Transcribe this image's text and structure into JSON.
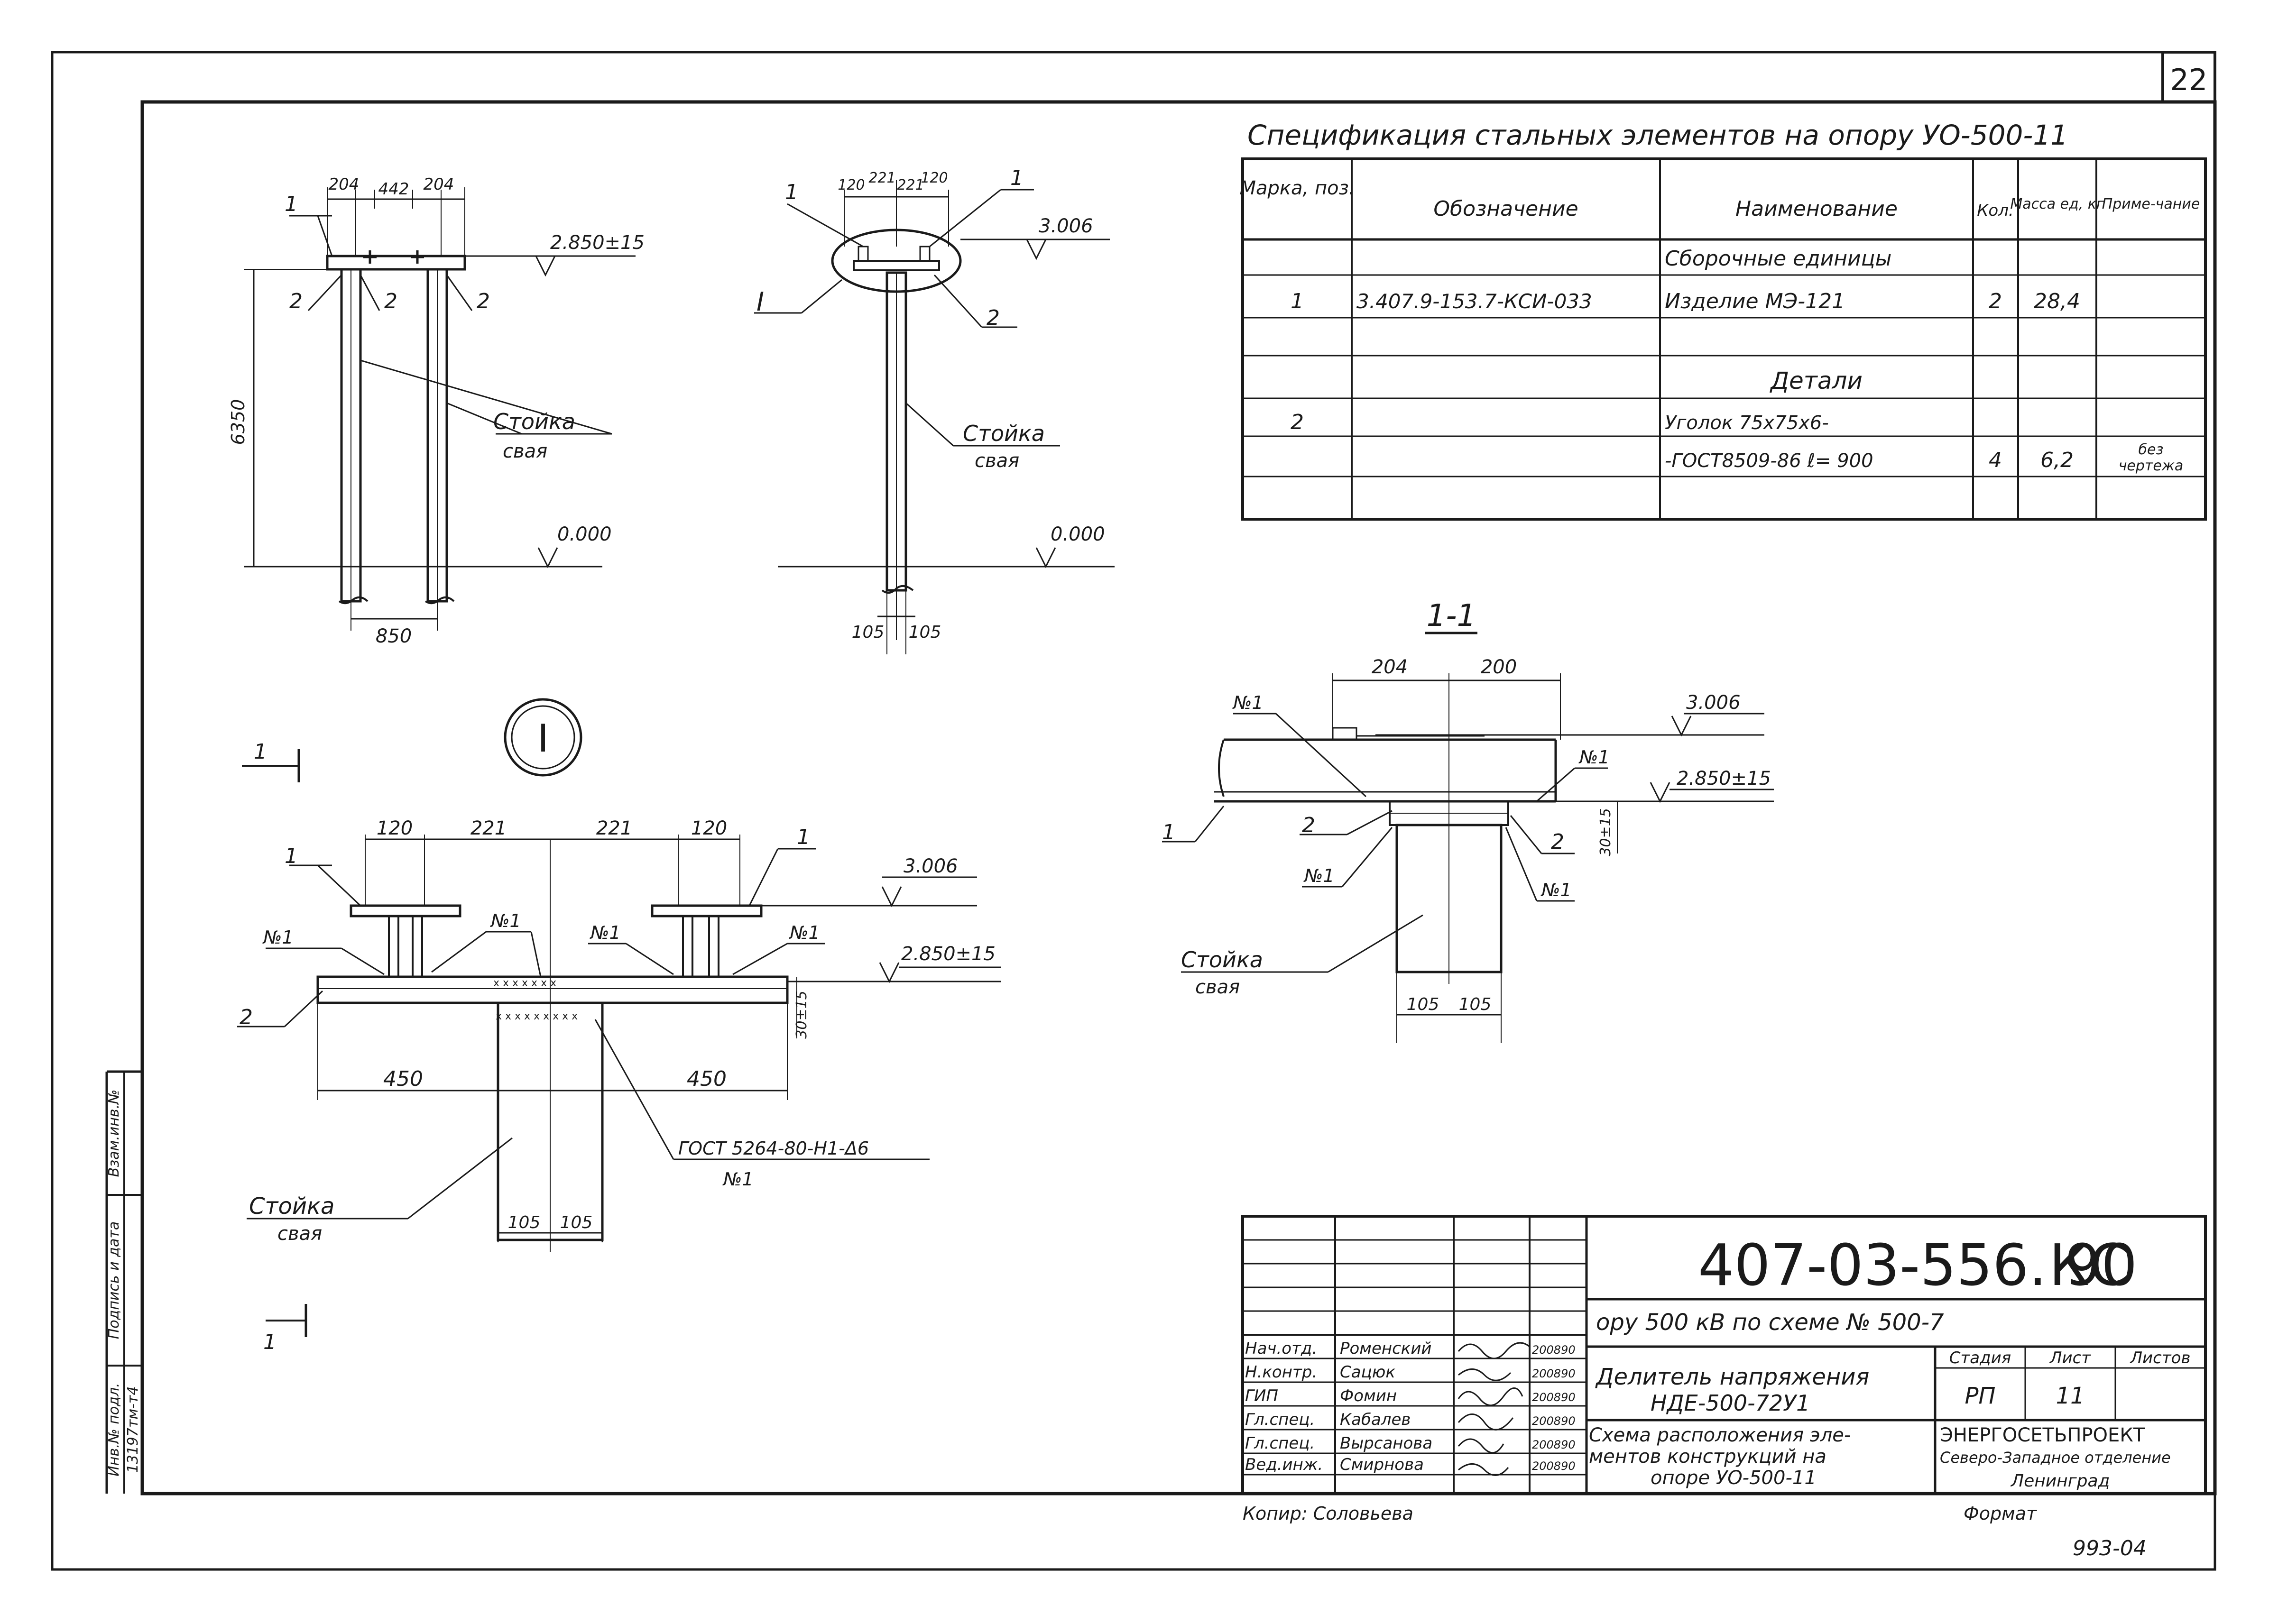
{
  "sheet": {
    "page_number": "22",
    "doc_code": "407-03-556. 90",
    "doc_suffix": "КС",
    "object_line": "ору 500 кВ по схеме № 500-7",
    "product_line1": "Делитель напряжения",
    "product_line2": "НДЕ-500-72У1",
    "scheme_line1": "Схема расположения эле-",
    "scheme_line2": "ментов конструкций на",
    "scheme_line3": "опоре УО-500-11",
    "stage_header": "Стадия",
    "sheet_header": "Лист",
    "sheets_header": "Листов",
    "stage_value": "РП",
    "sheet_value": "11",
    "org_line1": "ЭНЕРГОСЕТЬПРОЕКТ",
    "org_line2": "Северо-Западное отделение",
    "org_line3": "Ленинград",
    "copied_by": "Копир: Соловьева",
    "format_label": "Формат",
    "corner_code": "993-04",
    "inventory_label": "Инв.№ подл.",
    "inventory_value": "13197тм-т4",
    "signature_label": "Подпись и дата",
    "replace_label": "Взам.инв.№"
  },
  "signatures": [
    {
      "role": "Нач.отд.",
      "name": "Роменский",
      "date": "200890"
    },
    {
      "role": "Н.контр.",
      "name": "Сацюк",
      "date": "200890"
    },
    {
      "role": "ГИП",
      "name": "Фомин",
      "date": "200890"
    },
    {
      "role": "Гл.спец.",
      "name": "Кабалев",
      "date": "200890"
    },
    {
      "role": "Гл.спец.",
      "name": "Вырсанова",
      "date": "200890"
    },
    {
      "role": "Вед.инж.",
      "name": "Смирнова",
      "date": "200890"
    }
  ],
  "spec": {
    "title": "Спецификация стальных элементов на опору УО-500-11",
    "headers": [
      "Марка, поз.",
      "Обозначение",
      "Наименование",
      "Кол.",
      "Масса ед, кг",
      "Приме-чание"
    ],
    "section_assemblies": "Сборочные единицы",
    "section_details": "Детали",
    "row1": {
      "mark": "1",
      "designation": "3.407.9-153.7-КСИ-033",
      "name": "Изделие   МЭ-121",
      "qty": "2",
      "mass": "28,4",
      "note": ""
    },
    "row2": {
      "mark": "2",
      "designation": "",
      "name_line1": "Уголок 75х75х6-",
      "name_line2": "-ГОСТ8509-86 ℓ= 900",
      "qty": "4",
      "mass": "6,2",
      "note_line1": "без",
      "note_line2": "чертежа"
    }
  },
  "views": {
    "front": {
      "dims": [
        "204",
        "442",
        "204"
      ],
      "height": "6350",
      "base": "850",
      "level_top": "2.850±15",
      "level_ground": "0.000",
      "post_label": "Стойка",
      "pile_label": "свая",
      "marks": [
        "1",
        "2",
        "2",
        "2"
      ]
    },
    "side": {
      "dims": [
        "120",
        "221",
        "221",
        "120"
      ],
      "level_top": "3.006",
      "level_ground": "0.000",
      "base": [
        "105",
        "105"
      ],
      "post_label": "Стойка",
      "pile_label": "свая",
      "callout": "I",
      "marks": [
        "1",
        "1",
        "2"
      ]
    },
    "detail": {
      "circle": "I",
      "section_mark": "1",
      "dims_top": [
        "120",
        "221",
        "221",
        "120"
      ],
      "dims_bottom": [
        "450",
        "450"
      ],
      "post": [
        "105",
        "105"
      ],
      "level1": "3.006",
      "level2": "2.850±15",
      "offset": "30±15",
      "weld_ref": "ГОСТ 5264-80-Н1-Δ6",
      "weld_mark": "№1",
      "post_label": "Стойка",
      "pile_label": "свая",
      "welds": [
        "№1",
        "№1",
        "№1",
        "№1"
      ],
      "marks": [
        "1",
        "1",
        "2"
      ]
    },
    "section": {
      "title": "1-1",
      "dims_top": [
        "204",
        "200"
      ],
      "post": [
        "105",
        "105"
      ],
      "level1": "3.006",
      "level2": "2.850±15",
      "offset": "30±15",
      "welds": [
        "№1",
        "№1",
        "№1",
        "№1"
      ],
      "marks": [
        "1",
        "2",
        "2"
      ],
      "post_label": "Стойка",
      "pile_label": "свая"
    }
  }
}
